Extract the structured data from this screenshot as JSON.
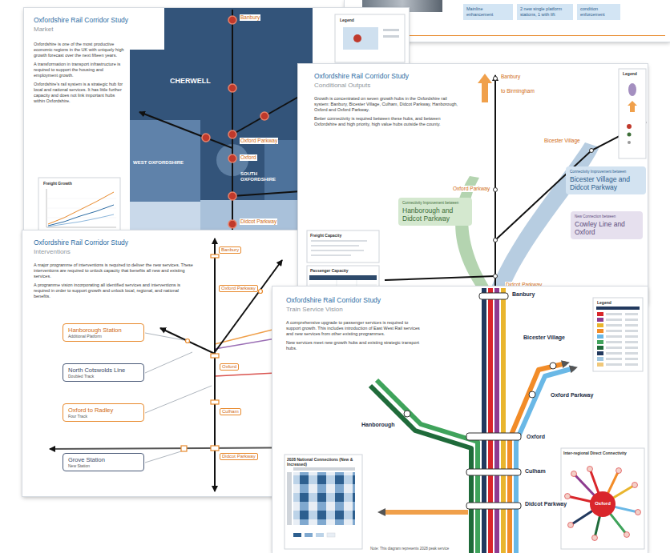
{
  "diagram": {
    "nodes": [
      {
        "text": [
          "Oxfordshire Rail Corridor Study",
          "Market",
          "Oxfordshire is one of the most productive economic regions in the UK with uniquely high growth forecast over the next fifteen years.",
          "A transformation in transport infrastructure is required to support the housing and employment growth.",
          "Oxfordshire's rail system is a strategic hub for local and national services. It has little further capacity and does not link important hubs within Oxfordshire."
        ]
      },
      {
        "text": [
          "Mainline enhancement"
        ]
      },
      {
        "text": [
          "2 new single platform stations, 1 with lift"
        ]
      },
      {
        "text": [
          "condition enforcement"
        ]
      },
      {
        "text": [
          "Oxfordshire Rail Corridor Study",
          "Conditional Outputs",
          "Growth is concentrated on seven growth hubs in the Oxfordshire rail system: Banbury, Bicester Village, Culham, Didcot Parkway, Hanborough, Oxford and Oxford Parkway.",
          "Better connectivity is required between these hubs, and between Oxfordshire and high priority, high value hubs outside the county."
        ]
      },
      {
        "text": [
          "Connectivity Improvement between",
          "Hanborough and Didcot Parkway"
        ],
        "in": 4
      },
      {
        "text": [
          "Connectivity Improvement between",
          "Bicester Village and Didcot Parkway"
        ],
        "in": 4
      },
      {
        "text": [
          "New Connection between",
          "Cowley Line and Oxford"
        ],
        "in": 4
      },
      {
        "text": [
          "Oxfordshire Rail Corridor Study",
          "Interventions",
          "A major programme of interventions is required to deliver the new services. These interventions are required to unlock capacity that benefits all new and existing services.",
          "A programme vision incorporating all identified services and interventions is required in order to support growth and unlock local, regional, and national benefits."
        ]
      },
      {
        "text": [
          "Hanborough Station",
          "Additional Platform"
        ],
        "in": 8
      },
      {
        "text": [
          "North Cotswolds Line",
          "Doubled Track"
        ],
        "in": 8
      },
      {
        "text": [
          "Oxford to Radley",
          "Four Track"
        ],
        "in": 8
      },
      {
        "text": [
          "Grove Station",
          "New Station"
        ],
        "in": 8
      },
      {
        "text": [
          "Oxfordshire Rail Corridor Study",
          "Train Service Vision",
          "A comprehensive upgrade to passenger services is required to support growth. This includes introduction of East West Rail services and new services from other existing programmes.",
          "New services meet new growth hubs and existing strategic transport hubs."
        ]
      }
    ],
    "labels": [
      "CHERWELL",
      "WEST OXFORDSHIRE",
      "SOUTH OXFORDSHIRE",
      "Banbury",
      "Oxford Parkway",
      "Oxford",
      "Didcot Parkway",
      "Freight Growth",
      "Legend",
      "Banbury",
      "to Birmingham",
      "Bicester Village",
      "Oxford Parkway",
      "Didcot Parkway",
      "Legend",
      "Freight Capacity",
      "Passenger Capacity",
      "Banbury",
      "Oxford Parkway",
      "Oxford",
      "Culham",
      "Didcot Parkway",
      "Banbury",
      "Bicester Village",
      "Hanborough",
      "Oxford Parkway",
      "Oxford",
      "Culham",
      "Didcot Parkway",
      "2028 National Connections (New & Increased)",
      "Inter-regional Direct Connectivity",
      "Oxford",
      "Legend",
      "Note: This diagram represents 2028 peak service"
    ]
  }
}
